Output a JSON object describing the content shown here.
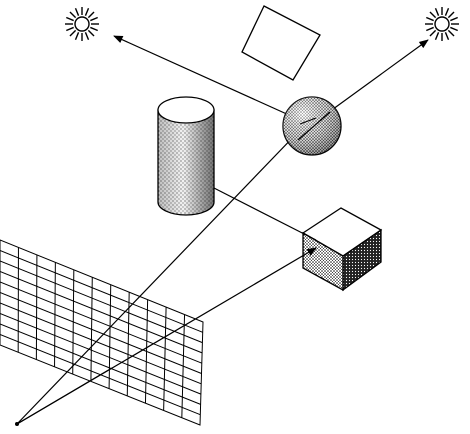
{
  "diagram": {
    "elements": [
      {
        "kind": "light-source",
        "icon": "sun-burst-icon",
        "count": 2
      },
      {
        "kind": "square-reflector",
        "icon": "tilted-square-icon"
      },
      {
        "kind": "sphere",
        "icon": "sphere-icon",
        "shading": "stippled"
      },
      {
        "kind": "cylinder",
        "icon": "cylinder-icon",
        "shading": "stippled"
      },
      {
        "kind": "cube",
        "icon": "cube-icon",
        "shading": "stippled"
      },
      {
        "kind": "image-plane",
        "icon": "pixel-grid-icon"
      },
      {
        "kind": "camera",
        "icon": "eye-point-icon"
      }
    ],
    "rays": [
      "primary-ray-to-sphere",
      "primary-ray-to-cube",
      "reflection-ray",
      "shadow-ray-left-light",
      "shadow-ray-right-light",
      "transmission-ray-to-cylinder"
    ],
    "colors": {
      "ink": "#000000",
      "background": "#ffffff"
    }
  }
}
